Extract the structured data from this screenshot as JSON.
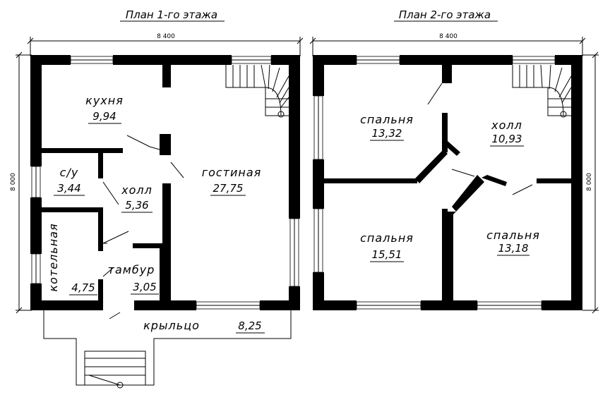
{
  "plans": [
    {
      "id": "floor1",
      "title": "План 1-го этажа",
      "width_dim": "8 400",
      "height_dim": "8 000",
      "rooms": [
        {
          "id": "kitchen",
          "name": "кухня",
          "area": "9,94"
        },
        {
          "id": "wc",
          "name": "с/у",
          "area": "3,44"
        },
        {
          "id": "hall",
          "name": "холл",
          "area": "5,36"
        },
        {
          "id": "living",
          "name": "гостиная",
          "area": "27,75"
        },
        {
          "id": "boiler",
          "name": "котельная",
          "area": "4,75"
        },
        {
          "id": "vestibule",
          "name": "тамбур",
          "area": "3,05"
        },
        {
          "id": "porch",
          "name": "крыльцо",
          "area": "8,25"
        }
      ]
    },
    {
      "id": "floor2",
      "title": "План 2-го этажа",
      "width_dim": "8 400",
      "height_dim": "8 000",
      "rooms": [
        {
          "id": "bedroom1",
          "name": "спальня",
          "area": "13,32"
        },
        {
          "id": "hall2",
          "name": "холл",
          "area": "10,93"
        },
        {
          "id": "bedroom2",
          "name": "спальня",
          "area": "15,51"
        },
        {
          "id": "bedroom3",
          "name": "спальня",
          "area": "13,18"
        }
      ]
    }
  ]
}
